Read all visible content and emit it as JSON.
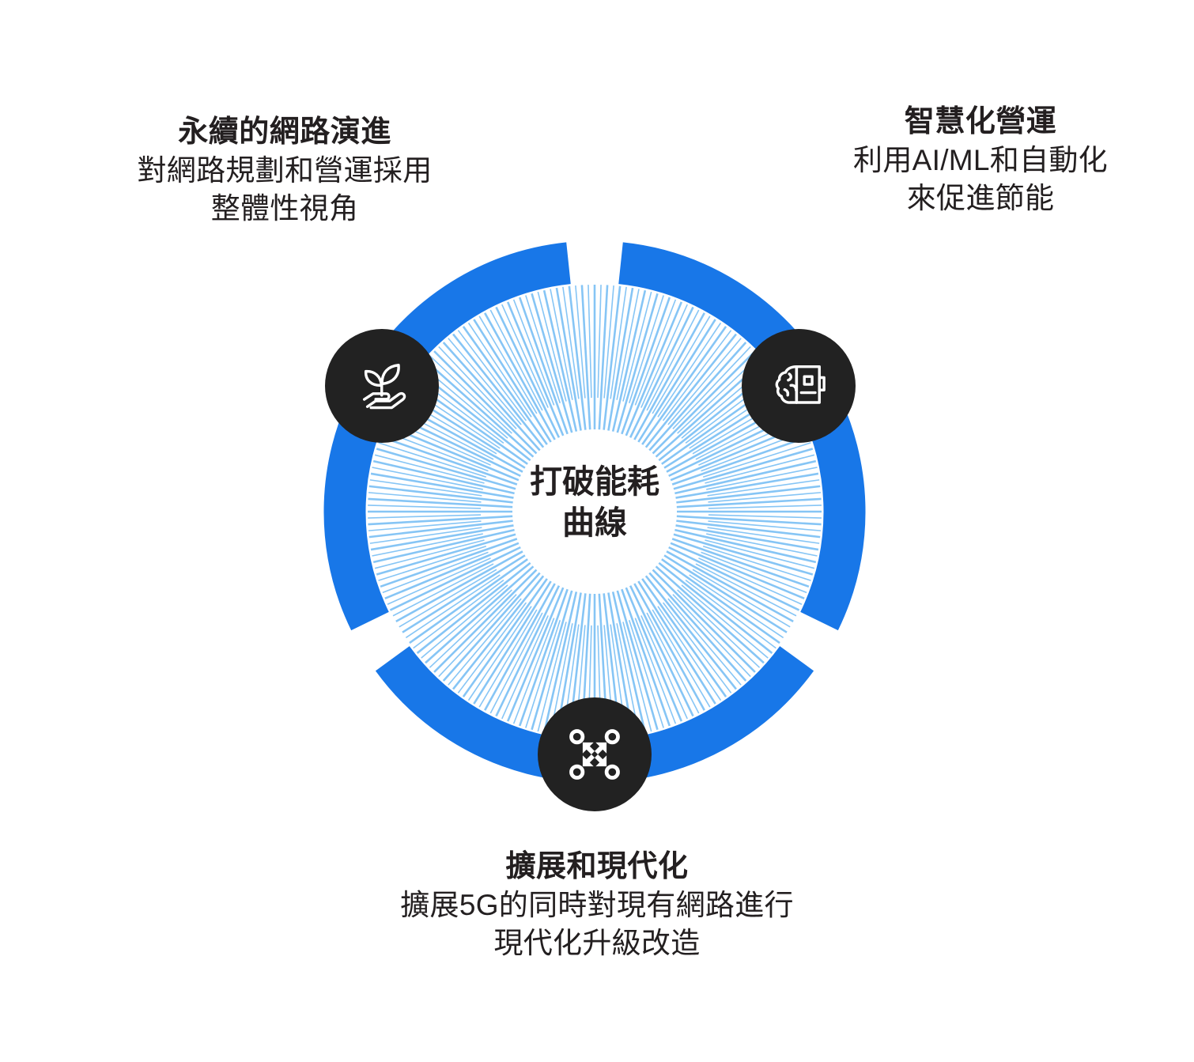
{
  "diagram": {
    "type": "circular-hub-and-spoke",
    "center": {
      "line1": "打破能耗",
      "line2": "曲線"
    },
    "colors": {
      "ring_blue": "#1877e8",
      "ray_blue": "#86c5f5",
      "badge_dark": "#222222",
      "text_dark": "#231f20",
      "background": "#ffffff"
    },
    "pillars": [
      {
        "id": "sustainable-network-evolution",
        "position": "top-left",
        "icon": "hand-holding-plant-icon",
        "title": "永續的網路演進",
        "body_lines": [
          "對網路規劃和營運採用",
          "整體性視角"
        ]
      },
      {
        "id": "intelligent-operations",
        "position": "top-right",
        "icon": "brain-server-icon",
        "title": "智慧化營運",
        "body_lines": [
          "利用AI/ML和自動化",
          "來促進節能"
        ]
      },
      {
        "id": "scale-and-modernize",
        "position": "bottom",
        "icon": "expand-nodes-icon",
        "title": "擴展和現代化",
        "body_lines": [
          "擴展5G的同時對現有網路進行",
          "現代化升級改造"
        ]
      }
    ]
  }
}
